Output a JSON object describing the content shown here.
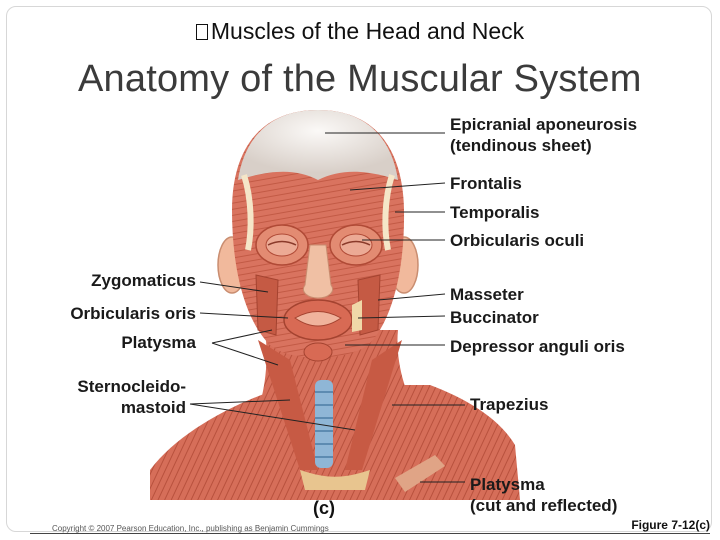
{
  "slide": {
    "subtitle": "Muscles of the Head and Neck",
    "title": "Anatomy of the Muscular System"
  },
  "labels_right": [
    {
      "id": "epicranial",
      "text": "Epicranial aponeurosis"
    },
    {
      "id": "epicranial2",
      "text": "(tendinous sheet)"
    },
    {
      "id": "frontalis",
      "text": "Frontalis"
    },
    {
      "id": "temporalis",
      "text": "Temporalis"
    },
    {
      "id": "orbicularis-oculi",
      "text": "Orbicularis oculi"
    },
    {
      "id": "masseter",
      "text": "Masseter"
    },
    {
      "id": "buccinator",
      "text": "Buccinator"
    },
    {
      "id": "depressor",
      "text": "Depressor anguli oris"
    },
    {
      "id": "trapezius",
      "text": "Trapezius"
    },
    {
      "id": "platysma-right",
      "text": "Platysma"
    },
    {
      "id": "platysma-right2",
      "text": "(cut and reflected)"
    }
  ],
  "labels_left": [
    {
      "id": "zygomaticus",
      "text": "Zygomaticus"
    },
    {
      "id": "orbicularis-oris",
      "text": "Orbicularis oris"
    },
    {
      "id": "platysma-left",
      "text": "Platysma"
    },
    {
      "id": "sternocleido",
      "text": "Sternocleido-"
    },
    {
      "id": "sternocleido2",
      "text": "mastoid"
    }
  ],
  "panel_label": "(c)",
  "copyright": "Copyright © 2007 Pearson Education, Inc., publishing as Benjamin Cummings",
  "figure_ref": "Figure 7-12(c)",
  "colors": {
    "muscle": "#d9735f",
    "muscle_dark": "#b84c3a",
    "skin": "#f1b99c",
    "aponeurosis": "#e8e4e0",
    "tendon": "#f5e6c8",
    "trachea": "#8fb6d6"
  }
}
